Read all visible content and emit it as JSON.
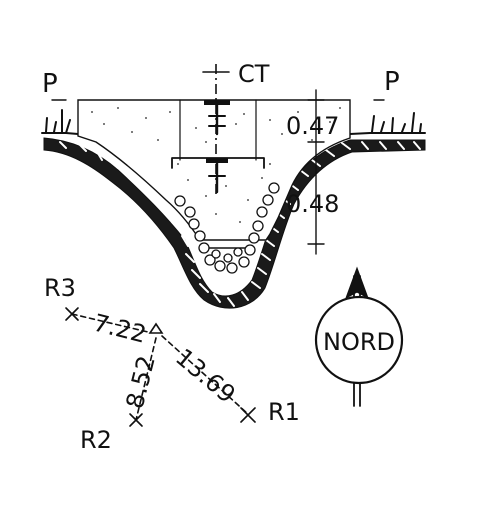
{
  "section": {
    "center_label": "CT",
    "left_label": "P",
    "right_label": "P",
    "dim_upper": "0.47",
    "dim_lower": "0.48"
  },
  "survey": {
    "points": {
      "r1": "R1",
      "r2": "R2",
      "r3": "R3"
    },
    "distances": {
      "to_r3": "7.22",
      "to_r2": "8.52",
      "to_r1": "13.69"
    }
  },
  "north": {
    "label": "NORD"
  },
  "colors": {
    "ink": "#111111",
    "paper": "#ffffff"
  }
}
